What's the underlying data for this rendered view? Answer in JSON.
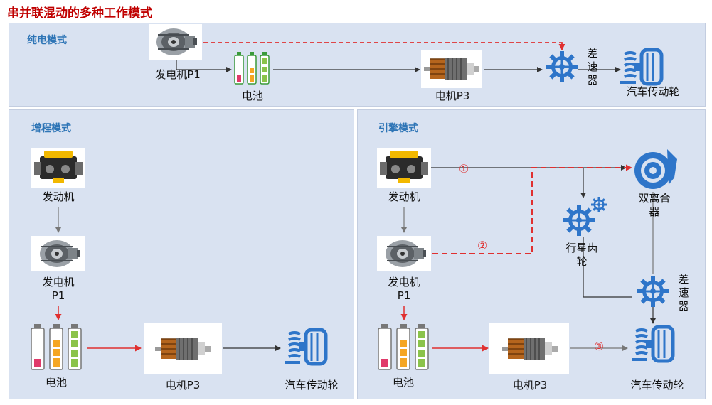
{
  "title": "串并联混动的多种工作模式",
  "colors": {
    "panel_bg": "#d9e2f1",
    "title_red": "#c00000",
    "mode_blue": "#2e75b6",
    "icon_blue": "#2e75c9",
    "dashed_red": "#e03030"
  },
  "modes": {
    "electric": {
      "title": "纯电模式",
      "generator": "发电机P1",
      "battery": "电池",
      "motor": "电机P3",
      "differential": "差\n速\n器",
      "wheel": "汽车传动轮"
    },
    "range_extender": {
      "title": "增程模式",
      "engine": "发动机",
      "generator": "发电机\nP1",
      "battery": "电池",
      "motor": "电机P3",
      "wheel": "汽车传动轮"
    },
    "engine": {
      "title": "引擎模式",
      "engine": "发动机",
      "generator": "发电机\nP1",
      "battery": "电池",
      "motor": "电机P3",
      "clutch": "双离合\n器",
      "planetary": "行星齿\n轮",
      "differential": "差\n速\n器",
      "wheel": "汽车传动轮",
      "markers": [
        "①",
        "②",
        "③"
      ]
    }
  }
}
